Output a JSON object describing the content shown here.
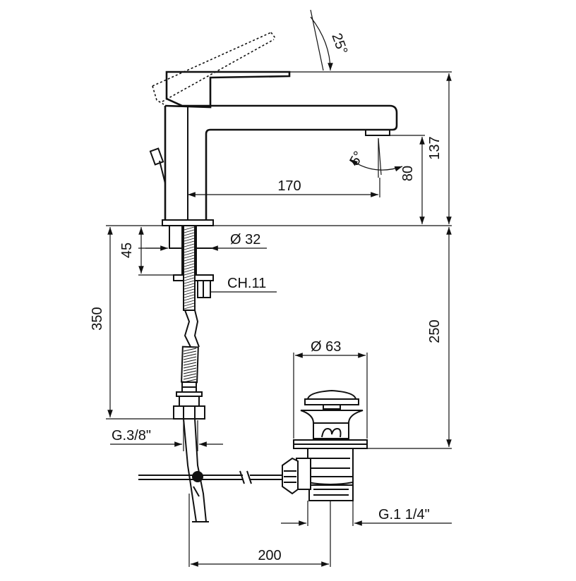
{
  "drawing": {
    "dimensions": {
      "lever_angle": "25°",
      "spout_reach": "170",
      "spout_angle": "5°",
      "spout_height": "80",
      "total_height": "137",
      "base_diameter": "Ø 32",
      "thread_length": "45",
      "nut_wrench": "CH.11",
      "hose_length": "350",
      "waste_depth": "250",
      "waste_diameter": "Ø 63",
      "hose_connection": "G.3/8\"",
      "waste_thread": "G.1 1/4\"",
      "tap_to_waste": "200"
    }
  }
}
